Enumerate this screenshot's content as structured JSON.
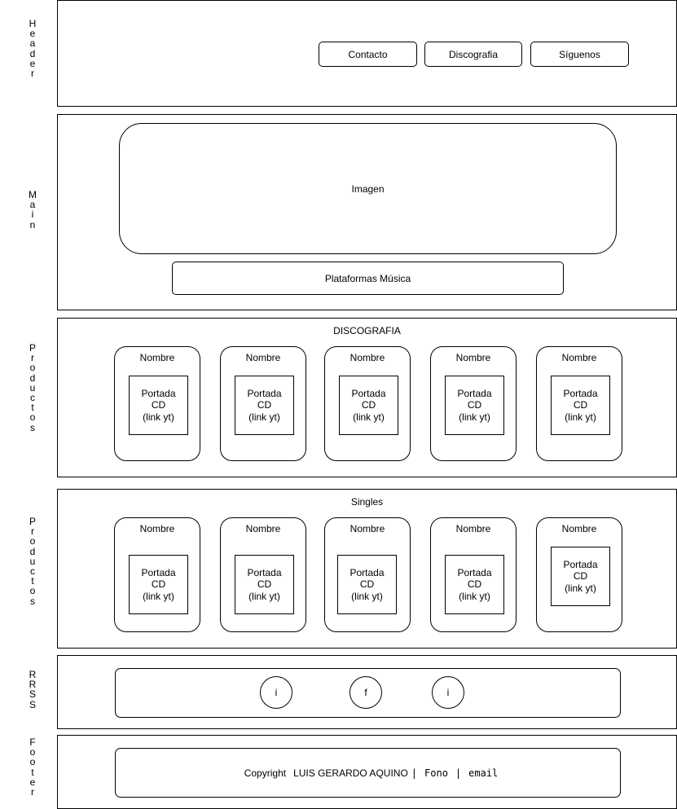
{
  "side_labels": {
    "header": "Header",
    "main": "Main",
    "productos_1": "Productos",
    "productos_2": "Productos",
    "rrss": "RRSS",
    "footer": "Footer"
  },
  "header": {
    "nav": [
      {
        "label": "Contacto"
      },
      {
        "label": "Discografia"
      },
      {
        "label": "Síguenos"
      }
    ]
  },
  "main": {
    "image_label": "Imagen",
    "platforms_label": "Plataformas Música"
  },
  "discografia": {
    "title": "DISCOGRAFIA",
    "cards": [
      {
        "name": "Nombre",
        "cover": [
          "Portada",
          "CD",
          "(link yt)"
        ]
      },
      {
        "name": "Nombre",
        "cover": [
          "Portada",
          "CD",
          "(link yt)"
        ]
      },
      {
        "name": "Nombre",
        "cover": [
          "Portada",
          "CD",
          "(link yt)"
        ]
      },
      {
        "name": "Nombre",
        "cover": [
          "Portada",
          "CD",
          "(link yt)"
        ]
      },
      {
        "name": "Nombre",
        "cover": [
          "Portada",
          "CD",
          "(link yt)"
        ]
      }
    ]
  },
  "singles": {
    "title": "Singles",
    "cards": [
      {
        "name": "Nombre",
        "cover": [
          "Portada",
          "CD",
          "(link yt)"
        ]
      },
      {
        "name": "Nombre",
        "cover": [
          "Portada",
          "CD",
          "(link yt)"
        ]
      },
      {
        "name": "Nombre",
        "cover": [
          "Portada",
          "CD",
          "(link yt)"
        ]
      },
      {
        "name": "Nombre",
        "cover": [
          "Portada",
          "CD",
          "(link yt)"
        ]
      },
      {
        "name": "Nombre",
        "cover": [
          "Portada",
          "CD",
          "(link yt)"
        ]
      }
    ]
  },
  "rrss": {
    "icons": [
      {
        "label": "i"
      },
      {
        "label": "f"
      },
      {
        "label": "i"
      }
    ]
  },
  "footer": {
    "copyright": "Copyright",
    "name": "LUIS GERARDO AQUINO",
    "sep1": "|",
    "phone": "Fono",
    "sep2": "|",
    "email": "email"
  }
}
